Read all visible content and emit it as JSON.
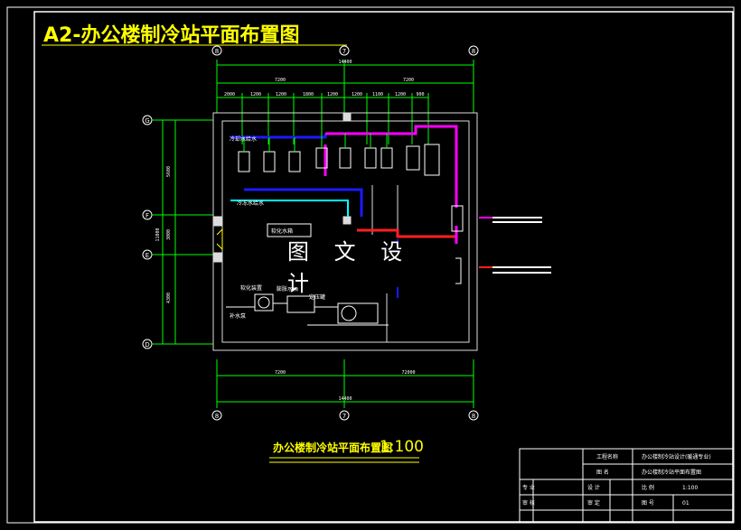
{
  "sheet_title": "A2-办公楼制冷站平面布置图",
  "plan_caption": "办公楼制冷站平面布置图",
  "plan_scale": "1:100",
  "watermark": "图 文 设 计",
  "axes_top": [
    "8",
    "7",
    "8"
  ],
  "axes_bottom": [
    "8",
    "7",
    "8"
  ],
  "axes_left": [
    "G",
    "F",
    "E",
    "D"
  ],
  "dims_top_overall": "14400",
  "dims_top_halves": [
    "7200",
    "7200"
  ],
  "dims_top_detail": [
    "2000",
    "1200",
    "1200",
    "1800",
    "1200",
    "1200",
    "1100",
    "1200",
    "900"
  ],
  "dims_bottom_halves": [
    "7200",
    "72000"
  ],
  "dims_bottom_overall": "14400",
  "dims_left": [
    "5600",
    "11000",
    "3000",
    "4300"
  ],
  "labels": {
    "chilled_water": "冷却水给水",
    "cooling_supply": "冷冻水给水",
    "water_tank": "软化水箱",
    "softener": "软化装置",
    "pump_room": "补水泵",
    "pressure_tank": "定压罐",
    "expansion": "膨胀水箱"
  },
  "title_block": {
    "rows": [
      [
        "",
        "",
        "",
        "",
        "工程名称",
        "办公楼制冷站设计(暖通专业)"
      ],
      [
        "",
        "",
        "",
        "",
        "图 名",
        "办公楼制冷站平面布置图"
      ],
      [
        "专 业",
        "",
        "设 计",
        "",
        "比 例",
        "1:100"
      ],
      [
        "审 核",
        "",
        "审 定",
        "",
        "图 号",
        "01"
      ]
    ]
  },
  "colors": {
    "frame": "#ffffff",
    "wall": "#dcdcdc",
    "chilled_supply": "#ff00ff",
    "cooling_water": "#1a1aff",
    "condenser": "#00ffff",
    "hot": "#ff2020",
    "dim": "#00ff00",
    "axis_line": "#00ff00",
    "title": "#ffff00"
  }
}
